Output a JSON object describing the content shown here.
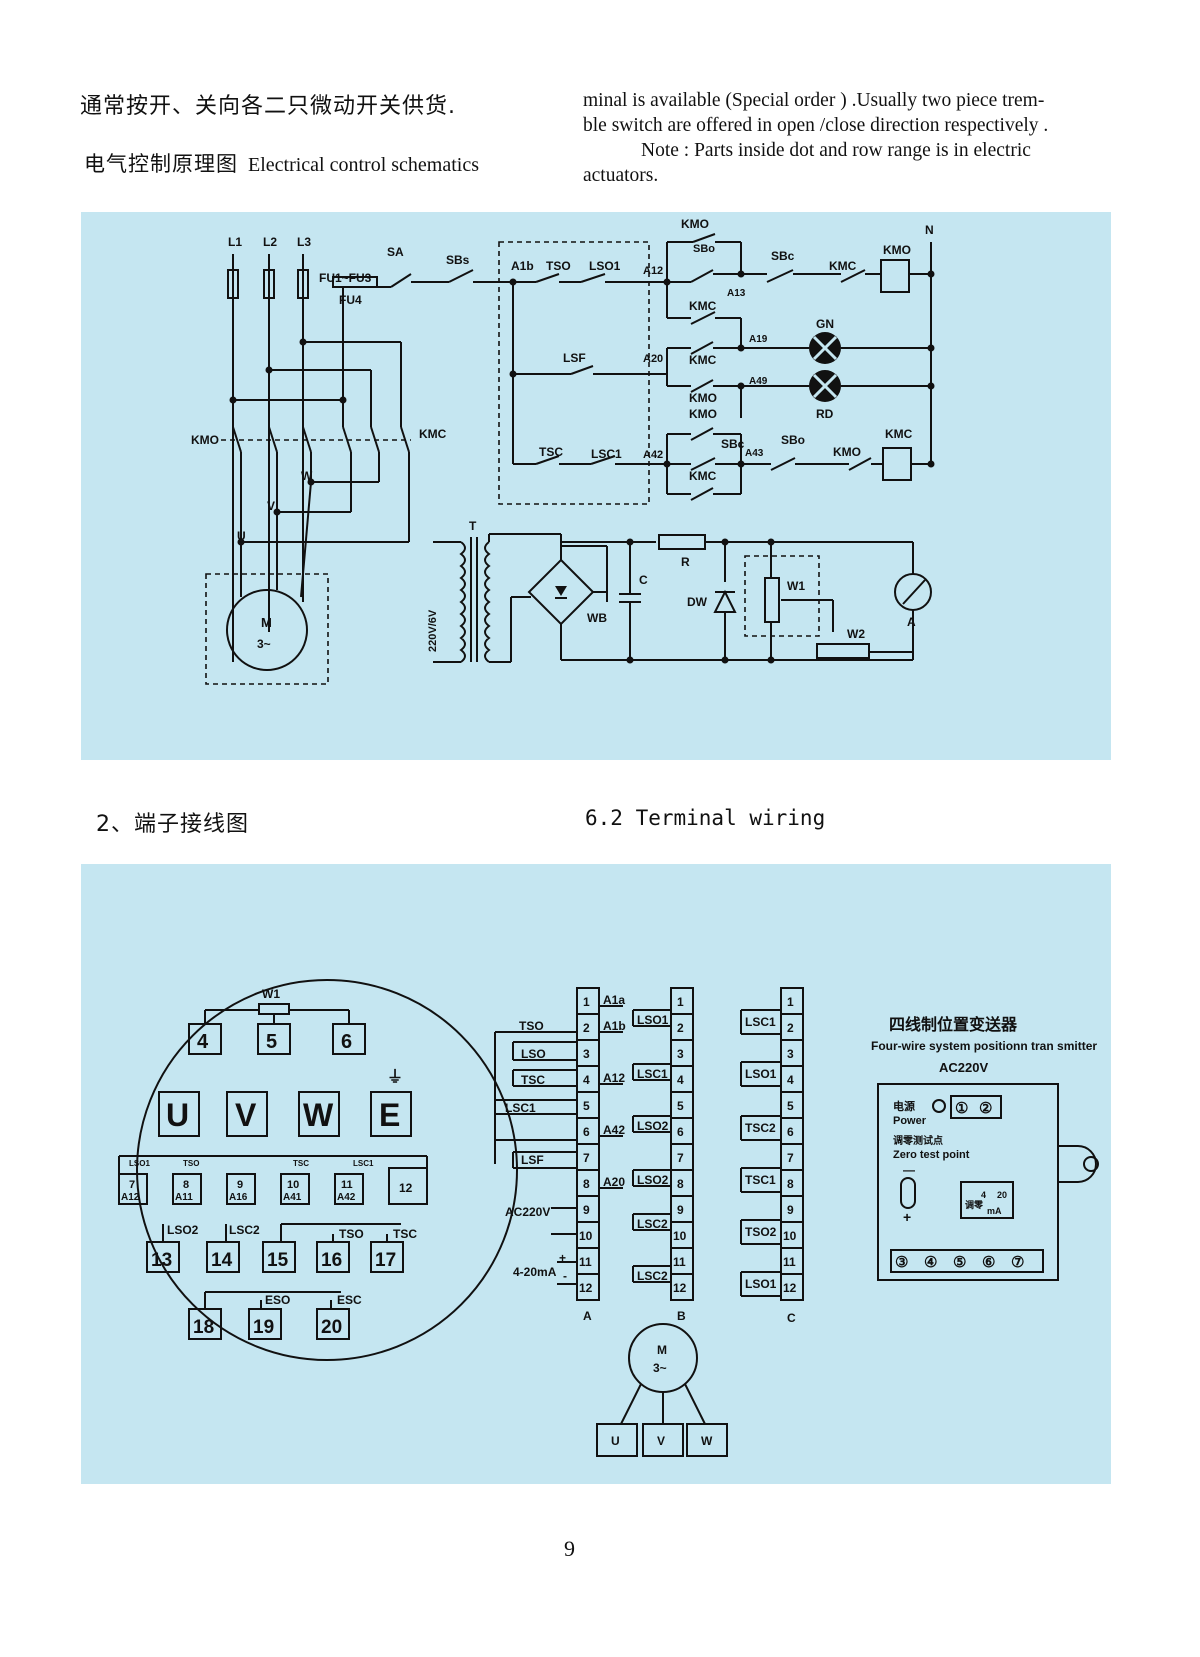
{
  "header": {
    "left_cn": "通常按开、关向各二只微动开关供货.",
    "schematics_cn": "电气控制原理图",
    "schematics_en": "Electrical control schematics",
    "right_line1": "minal is available (Special order ) .Usually two piece trem-",
    "right_line2": "ble switch are offered in open /close direction respectively .",
    "right_line3": "Note : Parts inside dot and  row   range  is  in electric",
    "right_line4": "actuators."
  },
  "schematic": {
    "phases": [
      "L1",
      "L2",
      "L3"
    ],
    "fuse_main": "FU1~FU3",
    "fuse_ctrl": "FU4",
    "sa": "SA",
    "sbs": "SBs",
    "a1b": "A1b",
    "tso": "TSO",
    "lso1": "LSO1",
    "a12": "A12",
    "kmo_top": "KMO",
    "sbo": "SBo",
    "a13": "A13",
    "sbc": "SBc",
    "kmc": "KMC",
    "kmo_coil": "KMO",
    "n": "N",
    "kmc_aux": "KMC",
    "a19": "A19",
    "gn": "GN",
    "lsf": "LSF",
    "a20": "A20",
    "a49": "A49",
    "kmo_a": "KMO",
    "kmo_b": "KMO",
    "rd": "RD",
    "tsc": "TSC",
    "lsc1": "LSC1",
    "a42": "A42",
    "sbc2": "SBc",
    "a43": "A43",
    "sbo2": "SBo",
    "kmo2": "KMO",
    "kmc_coil": "KMC",
    "kmc3": "KMC",
    "kmo_label": "KMO",
    "kmc_label": "KMC",
    "w": "W",
    "v": "V",
    "u": "U",
    "motor_m": "M",
    "motor_phase": "3~",
    "t": "T",
    "voltage": "220V/6V",
    "wb": "WB",
    "c": "C",
    "r": "R",
    "dw": "DW",
    "w1": "W1",
    "w2": "W2",
    "a": "A"
  },
  "section2": {
    "title_cn": "2、端子接线图",
    "title_en": "6.2 Terminal wiring"
  },
  "terminal": {
    "w1": "W1",
    "pots": [
      "4",
      "5",
      "6"
    ],
    "big": [
      "U",
      "V",
      "W",
      "E"
    ],
    "earth": "⏚",
    "row1_switch_labels": [
      "LSO1",
      "TSO",
      "TSC",
      "LSC1"
    ],
    "row1": [
      {
        "n": "7",
        "s": "A12"
      },
      {
        "n": "8",
        "s": "A11"
      },
      {
        "n": "9",
        "s": "A16"
      },
      {
        "n": "10",
        "s": "A41"
      },
      {
        "n": "11",
        "s": "A42"
      },
      {
        "n": "12",
        "s": ""
      }
    ],
    "row2_labels": [
      "LSO2",
      "LSC2",
      "TSO",
      "TSC"
    ],
    "row2": [
      "13",
      "14",
      "15",
      "16",
      "17"
    ],
    "row3_labels": [
      "ESO",
      "ESC"
    ],
    "row3": [
      "18",
      "19",
      "20"
    ],
    "strip_numbers": [
      "1",
      "2",
      "3",
      "4",
      "5",
      "6",
      "7",
      "8",
      "9",
      "10",
      "11",
      "12"
    ],
    "strip_a_labels": [
      "A1a",
      "A1b",
      "A12",
      "A42",
      "A20"
    ],
    "strip_a_switches": [
      "TSO",
      "LSO",
      "TSC",
      "LSC1",
      "LSF"
    ],
    "ac220v": "AC220V",
    "ma": "4-20mA",
    "plus": "+",
    "minus": "-",
    "strip_b_switches": [
      "LSO1",
      "LSC1",
      "LSO2",
      "LSO2",
      "LSC2",
      "LSC2"
    ],
    "strip_c_switches": [
      "LSC1",
      "LSO1",
      "TSC2",
      "TSC1",
      "TSO2",
      "LSO1"
    ],
    "strip_names": [
      "A",
      "B",
      "C"
    ],
    "motor_m": "M",
    "motor_phase": "3~",
    "motor_terms": [
      "U",
      "V",
      "W"
    ],
    "transmitter_cn": "四线制位置变送器",
    "transmitter_en": "Four-wire system positionn tran smitter",
    "transmitter_v": "AC220V",
    "power_cn": "电源",
    "power_en": "Power",
    "power_terms": [
      "①",
      "②"
    ],
    "zero_cn": "调零测试点",
    "zero_en": "Zero test point",
    "zero_minus": "—",
    "zero_plus": "+",
    "sw_cn": "调零",
    "sw_4": "4",
    "sw_20": "20",
    "sw_ma": "mA",
    "bottom_terms": [
      "③",
      "④",
      "⑤",
      "⑥",
      "⑦"
    ]
  },
  "page_number": "9"
}
